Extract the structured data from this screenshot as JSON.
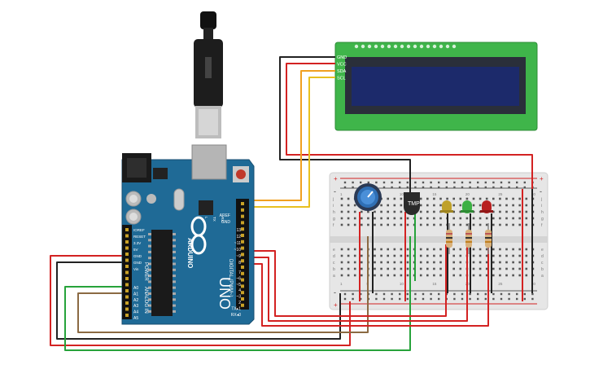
{
  "lcd": {
    "pin_labels": [
      "GND",
      "VCC",
      "SDA",
      "SCL"
    ]
  },
  "arduino": {
    "brand": "ARDUINO",
    "model": "UNO",
    "aref": "AREF",
    "gnd": "GND",
    "digital_header_label": "DIGITAL (PWM~)",
    "digital_pins": [
      "13",
      "12",
      "~11",
      "~10",
      "~9",
      "8"
    ],
    "digital_pins_low": [
      "7",
      "~6",
      "~5",
      "4",
      "~3",
      "2",
      "TX▸1",
      "RX◂0"
    ],
    "power_label": "POWER",
    "power_pins": [
      "IOREF",
      "RESET",
      "3.3V",
      "5V",
      "GND",
      "GND",
      "Vin"
    ],
    "analog_label": "ANALOG IN",
    "analog_pins": [
      "A0",
      "A1",
      "A2",
      "A3",
      "A4",
      "A5"
    ],
    "led_labels": [
      "L",
      "TX",
      "RX"
    ],
    "on_label": "ON"
  },
  "breadboard": {
    "column_numbers": [
      "1",
      "5",
      "10",
      "15",
      "20",
      "25",
      "30"
    ],
    "row_letters_top": [
      "j",
      "i",
      "h",
      "g",
      "f"
    ],
    "row_letters_bottom": [
      "e",
      "d",
      "c",
      "b",
      "a"
    ],
    "plus": "+",
    "minus": "-"
  },
  "sensor": {
    "label": "TMP"
  },
  "colors": {
    "arduino_body": "#1f6a96",
    "lcd_pcb": "#3fb54a",
    "lcd_screen": "#1c2a6b",
    "wire_red": "#d32222",
    "wire_black": "#222222",
    "wire_green": "#27a33b",
    "wire_brown": "#8b6a43",
    "wire_orange": "#f0a020",
    "wire_yellow": "#e8c020",
    "led_yellow": "#bfa12a",
    "led_green": "#3cb043",
    "led_red": "#b82020",
    "pot_blue": "#2f6fb5"
  }
}
